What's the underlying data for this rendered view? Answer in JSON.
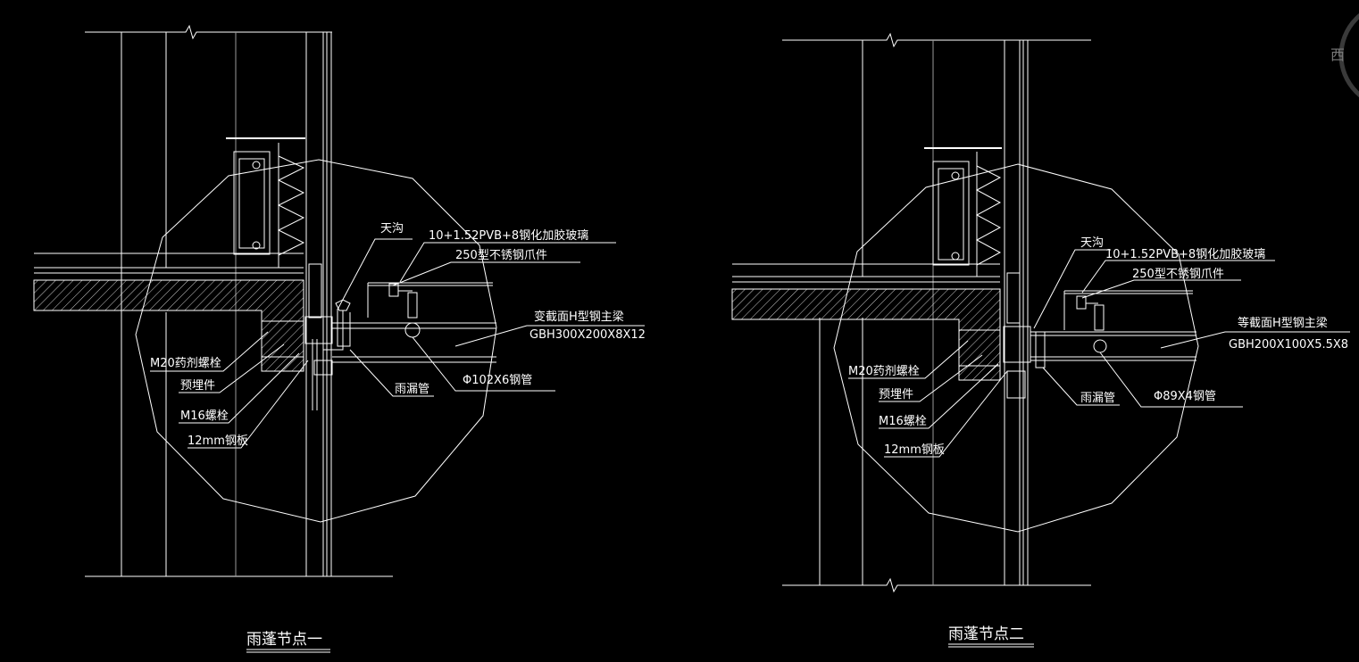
{
  "colors": {
    "background": "#000000",
    "line": "#ffffff",
    "grey": "#9a9a9a"
  },
  "compass": {
    "text": "西"
  },
  "detail1": {
    "title": "雨蓬节点一",
    "labels": {
      "gutter": "天沟",
      "glass": "10+1.52PVB+8钢化加胶玻璃",
      "claw": "250型不锈钢爪件",
      "beam": "变截面H型钢主梁",
      "beam_spec": "GBH300X200X8X12",
      "chem_bolt": "M20药剂螺栓",
      "embed": "预埋件",
      "bolt": "M16螺栓",
      "plate": "12mm钢板",
      "drain": "雨漏管",
      "pipe": "Φ102X6钢管"
    }
  },
  "detail2": {
    "title": "雨蓬节点二",
    "labels": {
      "gutter": "天沟",
      "glass": "10+1.52PVB+8钢化加胶玻璃",
      "claw": "250型不锈钢爪件",
      "beam": "等截面H型钢主梁",
      "beam_spec": "GBH200X100X5.5X8",
      "chem_bolt": "M20药剂螺栓",
      "embed": "预埋件",
      "bolt": "M16螺栓",
      "plate": "12mm钢板",
      "drain": "雨漏管",
      "pipe": "Φ89X4钢管"
    }
  }
}
